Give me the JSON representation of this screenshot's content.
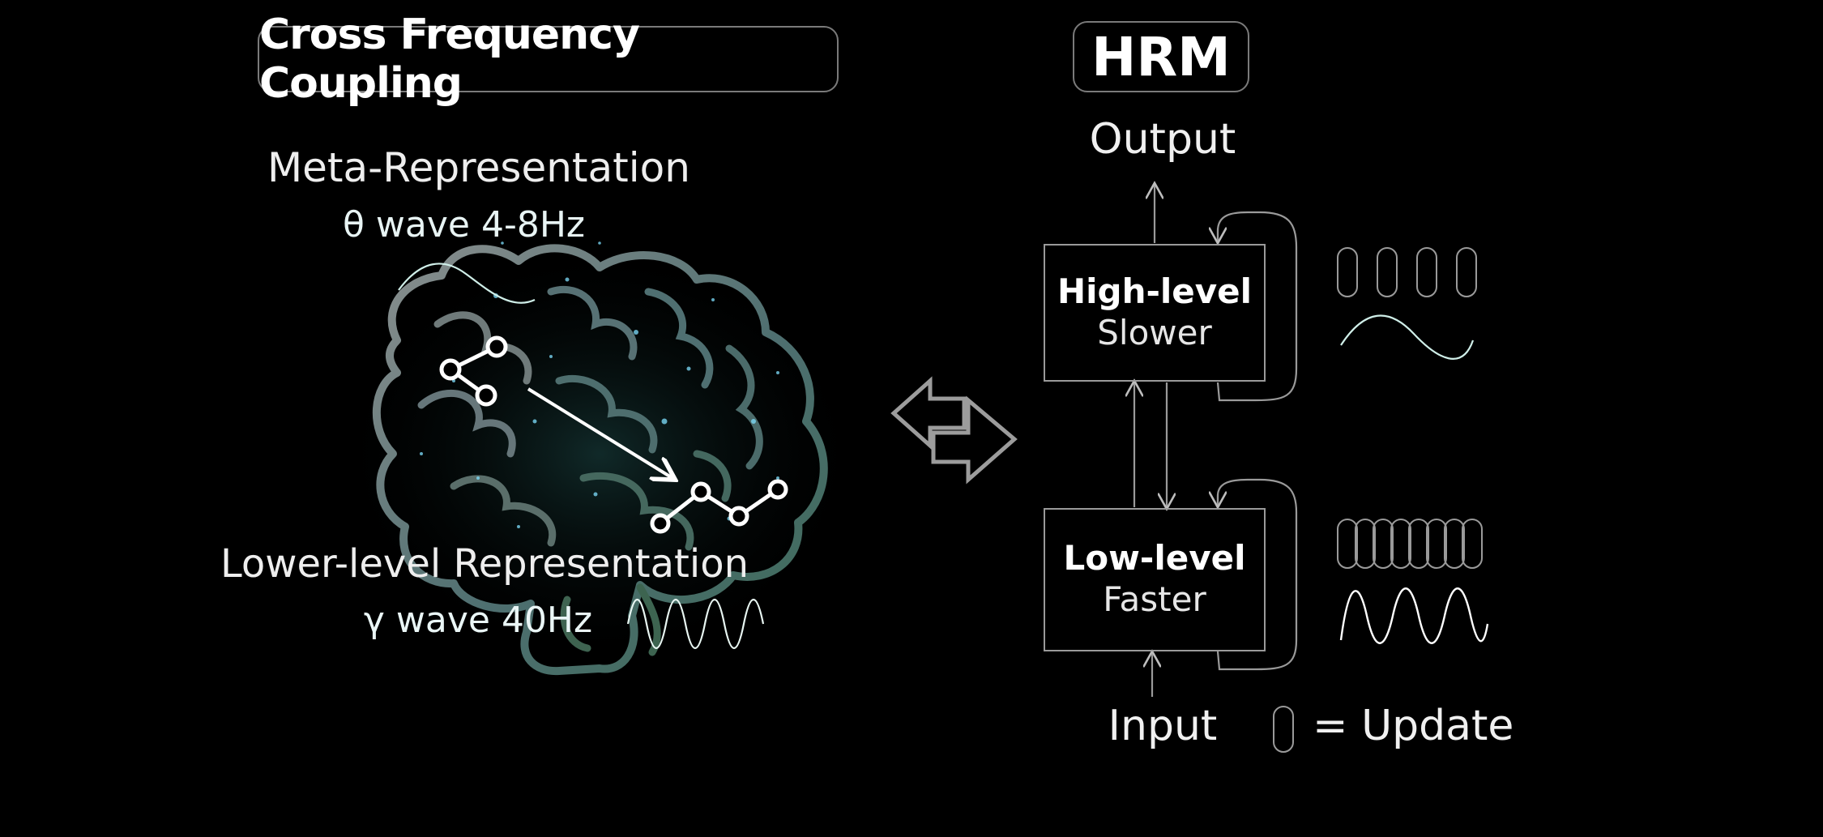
{
  "left_panel": {
    "title": "Cross Frequency Coupling",
    "meta_representation": "Meta-Representation",
    "theta_wave": "θ wave 4-8Hz",
    "lower_level_representation": "Lower-level Representation",
    "gamma_wave": "γ wave 40Hz"
  },
  "right_panel": {
    "title": "HRM",
    "output": "Output",
    "input": "Input",
    "high_level": {
      "title": "High-level",
      "subtitle": "Slower"
    },
    "low_level": {
      "title": "Low-level",
      "subtitle": "Faster"
    },
    "legend_update": "= Update"
  },
  "icons": [
    "brain-icon",
    "graph-node-icon",
    "bidirectional-arrow-icon",
    "update-pill-icon",
    "sine-wave-icon"
  ],
  "colors": {
    "background": "#000000",
    "text": "#f2f2f2",
    "brain_outline": "#6f8f8c",
    "glow": "#7fe0ff",
    "wave": "#cfeee8",
    "line": "#9a9a9a"
  }
}
